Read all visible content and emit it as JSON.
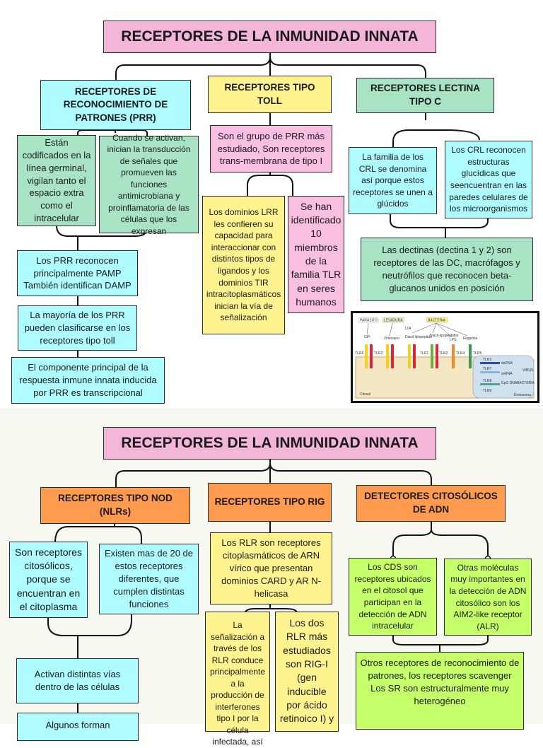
{
  "top": {
    "title": "RECEPTORES DE LA INMUNIDAD INNATA",
    "prr": {
      "header": "RECEPTORES DE RECONOCIMIENTO DE PATRONES (PRR)",
      "box_a": "Están codificados en la línea germinal, vigilan tanto el espacio extra como el intracelular",
      "box_b": "Cuando se activan, inician la transducción de señales que promueven las funciones antimicrobiana y proinflamatoria de las células que los expresan",
      "box_c": "Los PRR reconocen principalmente PAMP También identifican DAMP",
      "box_d": "La mayoría de los PRR pueden clasificarse en los receptores tipo toll",
      "box_e": "El componente principal de la respuesta inmune innata inducida por PRR es transcripcional"
    },
    "toll": {
      "header": "RECEPTORES TIPO TOLL",
      "box_a": "Son el grupo de PRR más estudiado, Son receptores trans-membrana de tipo I",
      "box_b": "Los dominios LRR les confieren su capacidad para interaccionar con distintos tipos de ligandos y los dominios TIR intracitoplasmáticos inician la vía de señalización",
      "box_c": "Se han identificado 10 miembros de la familia TLR en seres humanos"
    },
    "lectin": {
      "header": "RECEPTORES LECTINA TIPO C",
      "box_a": "La familia de los CRL se denomina así porque estos receptores se unen a glúcidos",
      "box_b": "Los CRL reconocen estructuras glucídicas que seencuentran en las paredes celulares de los microorganismos",
      "box_c": "Las dectinas (dectina 1 y 2) son receptores de las DC, macrófagos y neutrófilos que reconocen beta-glucanos unidos en posición"
    },
    "figure": {
      "labels": {
        "parasito": "PARÁSITO",
        "levadura": "LEVADURA",
        "bacteria": "BACTERIA",
        "gpi": "GPI",
        "zimosano": "Zimosano",
        "lta": "LTA",
        "diacil": "Diacil lipopéptido",
        "triacil": "Triacil-lipopéptidos",
        "lps": "LPS",
        "flagelina": "Flagelina",
        "tlr6": "TLR6",
        "tlr2a": "TLR2",
        "tlr1": "TLR1",
        "tlr2b": "TLR2",
        "tlr4": "TLR4",
        "tlr5": "TLR5",
        "tlr3": "TLR3",
        "tlr7": "TLR7",
        "tlr8": "TLR8",
        "tlr9": "TLR9",
        "dsrna": "dsRNA",
        "ssrna": "ssRNA",
        "cpg": "CpG DNA",
        "virus": "VIRUS",
        "bacteria2": "BACTERIA",
        "citosol": "Citosol",
        "endosoma": "Endosoma"
      }
    }
  },
  "bottom": {
    "title": "RECEPTORES DE LA INMUNIDAD INNATA",
    "nod": {
      "header": "RECEPTORES TIPO NOD (NLRs)",
      "box_a": "Son receptores citosólicos, porque se encuentran en el citoplasma",
      "box_b": "Existen mas de 20 de estos receptores diferentes, que cumplen distintas funciones",
      "box_c": "Activan distintas vías dentro de las células",
      "box_d": "Algunos forman"
    },
    "rig": {
      "header": "RECEPTORES TIPO RIG",
      "box_a": "Los RLR son receptores citoplasmáticos de ARN vírico que presentan dominios CARD y AR N-helicasa",
      "box_b": "La señalización a través de los RLR conduce principalmente a la producción de interferones tipo I por la célula infectada, así",
      "box_c": "Los dos RLR más estudiados son RIG-I (gen inducible por ácido retinoico I) y"
    },
    "dna": {
      "header": "DETECTORES CITOSÓLICOS DE ADN",
      "box_a": "Los CDS son receptores ubicados en el citosol que participan en la detección de ADN intracelular",
      "box_b": "Otras moléculas muy importantes en la detección de ADN citosólico son los AIM2-like receptor (ALR)",
      "box_c": "Otros receptores de reconocimiento de patrones, los receptores scavenger Los SR son estructuralmente muy heterogéneo"
    }
  }
}
